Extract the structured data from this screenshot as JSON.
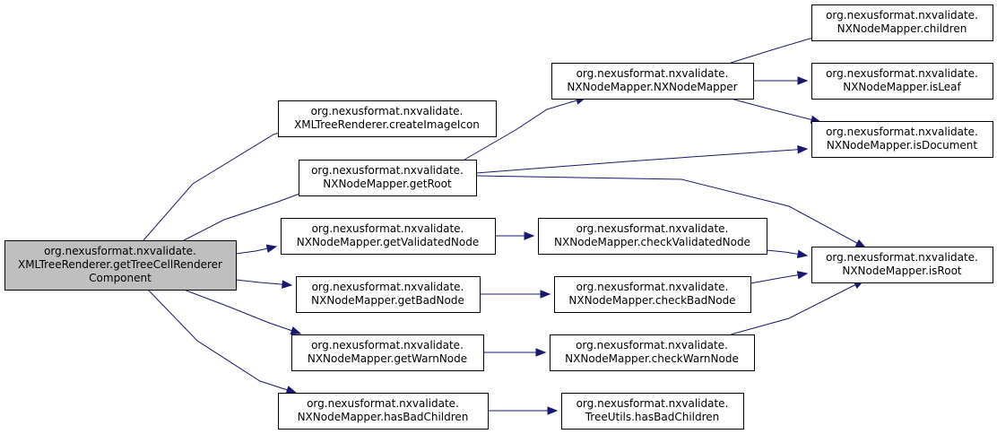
{
  "diagram": {
    "type": "call-graph",
    "nodes": [
      {
        "id": "root",
        "lines": [
          "org.nexusformat.nxvalidate.",
          "XMLTreeRenderer.getTreeCellRenderer",
          "Component"
        ],
        "highlighted": true
      },
      {
        "id": "createImageIcon",
        "lines": [
          "org.nexusformat.nxvalidate.",
          "XMLTreeRenderer.createImageIcon"
        ]
      },
      {
        "id": "getRoot",
        "lines": [
          "org.nexusformat.nxvalidate.",
          "NXNodeMapper.getRoot"
        ]
      },
      {
        "id": "getValidatedNode",
        "lines": [
          "org.nexusformat.nxvalidate.",
          "NXNodeMapper.getValidatedNode"
        ]
      },
      {
        "id": "getBadNode",
        "lines": [
          "org.nexusformat.nxvalidate.",
          "NXNodeMapper.getBadNode"
        ]
      },
      {
        "id": "getWarnNode",
        "lines": [
          "org.nexusformat.nxvalidate.",
          "NXNodeMapper.getWarnNode"
        ]
      },
      {
        "id": "hasBadChildren",
        "lines": [
          "org.nexusformat.nxvalidate.",
          "NXNodeMapper.hasBadChildren"
        ]
      },
      {
        "id": "ctor",
        "lines": [
          "org.nexusformat.nxvalidate.",
          "NXNodeMapper.NXNodeMapper"
        ]
      },
      {
        "id": "checkValidatedNode",
        "lines": [
          "org.nexusformat.nxvalidate.",
          "NXNodeMapper.checkValidatedNode"
        ]
      },
      {
        "id": "checkBadNode",
        "lines": [
          "org.nexusformat.nxvalidate.",
          "NXNodeMapper.checkBadNode"
        ]
      },
      {
        "id": "checkWarnNode",
        "lines": [
          "org.nexusformat.nxvalidate.",
          "NXNodeMapper.checkWarnNode"
        ]
      },
      {
        "id": "treeUtilsHasBadChildren",
        "lines": [
          "org.nexusformat.nxvalidate.",
          "TreeUtils.hasBadChildren"
        ]
      },
      {
        "id": "children",
        "lines": [
          "org.nexusformat.nxvalidate.",
          "NXNodeMapper.children"
        ]
      },
      {
        "id": "isLeaf",
        "lines": [
          "org.nexusformat.nxvalidate.",
          "NXNodeMapper.isLeaf"
        ]
      },
      {
        "id": "isDocument",
        "lines": [
          "org.nexusformat.nxvalidate.",
          "NXNodeMapper.isDocument"
        ]
      },
      {
        "id": "isRoot",
        "lines": [
          "org.nexusformat.nxvalidate.",
          "NXNodeMapper.isRoot"
        ]
      }
    ],
    "edges": [
      {
        "from": "root",
        "to": "createImageIcon"
      },
      {
        "from": "root",
        "to": "getRoot"
      },
      {
        "from": "root",
        "to": "getValidatedNode"
      },
      {
        "from": "root",
        "to": "getBadNode"
      },
      {
        "from": "root",
        "to": "getWarnNode"
      },
      {
        "from": "root",
        "to": "hasBadChildren"
      },
      {
        "from": "getRoot",
        "to": "ctor"
      },
      {
        "from": "getRoot",
        "to": "isDocument"
      },
      {
        "from": "getRoot",
        "to": "isRoot"
      },
      {
        "from": "ctor",
        "to": "children"
      },
      {
        "from": "ctor",
        "to": "isLeaf"
      },
      {
        "from": "ctor",
        "to": "isDocument"
      },
      {
        "from": "getValidatedNode",
        "to": "checkValidatedNode"
      },
      {
        "from": "checkValidatedNode",
        "to": "isRoot"
      },
      {
        "from": "getBadNode",
        "to": "checkBadNode"
      },
      {
        "from": "checkBadNode",
        "to": "isRoot"
      },
      {
        "from": "getWarnNode",
        "to": "checkWarnNode"
      },
      {
        "from": "checkWarnNode",
        "to": "isRoot"
      },
      {
        "from": "hasBadChildren",
        "to": "treeUtilsHasBadChildren"
      }
    ],
    "colors": {
      "edge": "#191970",
      "highlighted_fill": "#bfbfbf",
      "node_fill": "#ffffff",
      "border": "#000000"
    }
  }
}
